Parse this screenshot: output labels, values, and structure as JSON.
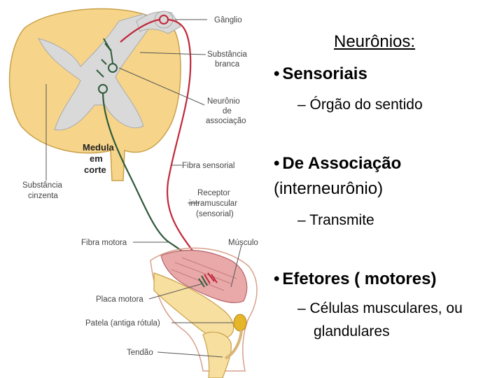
{
  "diagram": {
    "labels": {
      "ganglio": "Gânglio",
      "substancia_branca_1": "Substância",
      "substancia_branca_2": "branca",
      "neuronio_assoc_1": "Neurônio",
      "neuronio_assoc_2": "de",
      "neuronio_assoc_3": "associação",
      "fibra_sensorial": "Fibra sensorial",
      "receptor_1": "Receptor",
      "receptor_2": "intramuscular",
      "receptor_3": "(sensorial)",
      "musculo": "Músculo",
      "medula_1": "Medula",
      "medula_2": "em",
      "medula_3": "corte",
      "substancia_cinzenta_1": "Substância",
      "substancia_cinzenta_2": "cinzenta",
      "fibra_motora": "Fibra motora",
      "placa_motora": "Placa motora",
      "patela": "Patela (antiga rótula)",
      "tendao": "Tendão"
    },
    "colors": {
      "spinal_outer": "#f6d58a",
      "grey_matter": "#d9d9d9",
      "sensory_fiber": "#c0283a",
      "motor_fiber": "#2f5a3a",
      "muscle": "#e8a9a8",
      "bone": "#f7dfa0",
      "skin": "#f5cfc0",
      "patella": "#e6b629"
    }
  },
  "slide": {
    "title": "Neurônios:",
    "bullets": [
      {
        "bullet": "•",
        "text": "Sensoriais",
        "sub": "– Órgão do sentido"
      },
      {
        "bullet": "•",
        "text": "De Associação",
        "text_cont": "(interneurônio)",
        "sub": "– Transmite"
      },
      {
        "bullet": "•",
        "text": "Efetores ( motores)",
        "sub": "– Células musculares, ou",
        "sub_cont": "glandulares"
      }
    ]
  }
}
